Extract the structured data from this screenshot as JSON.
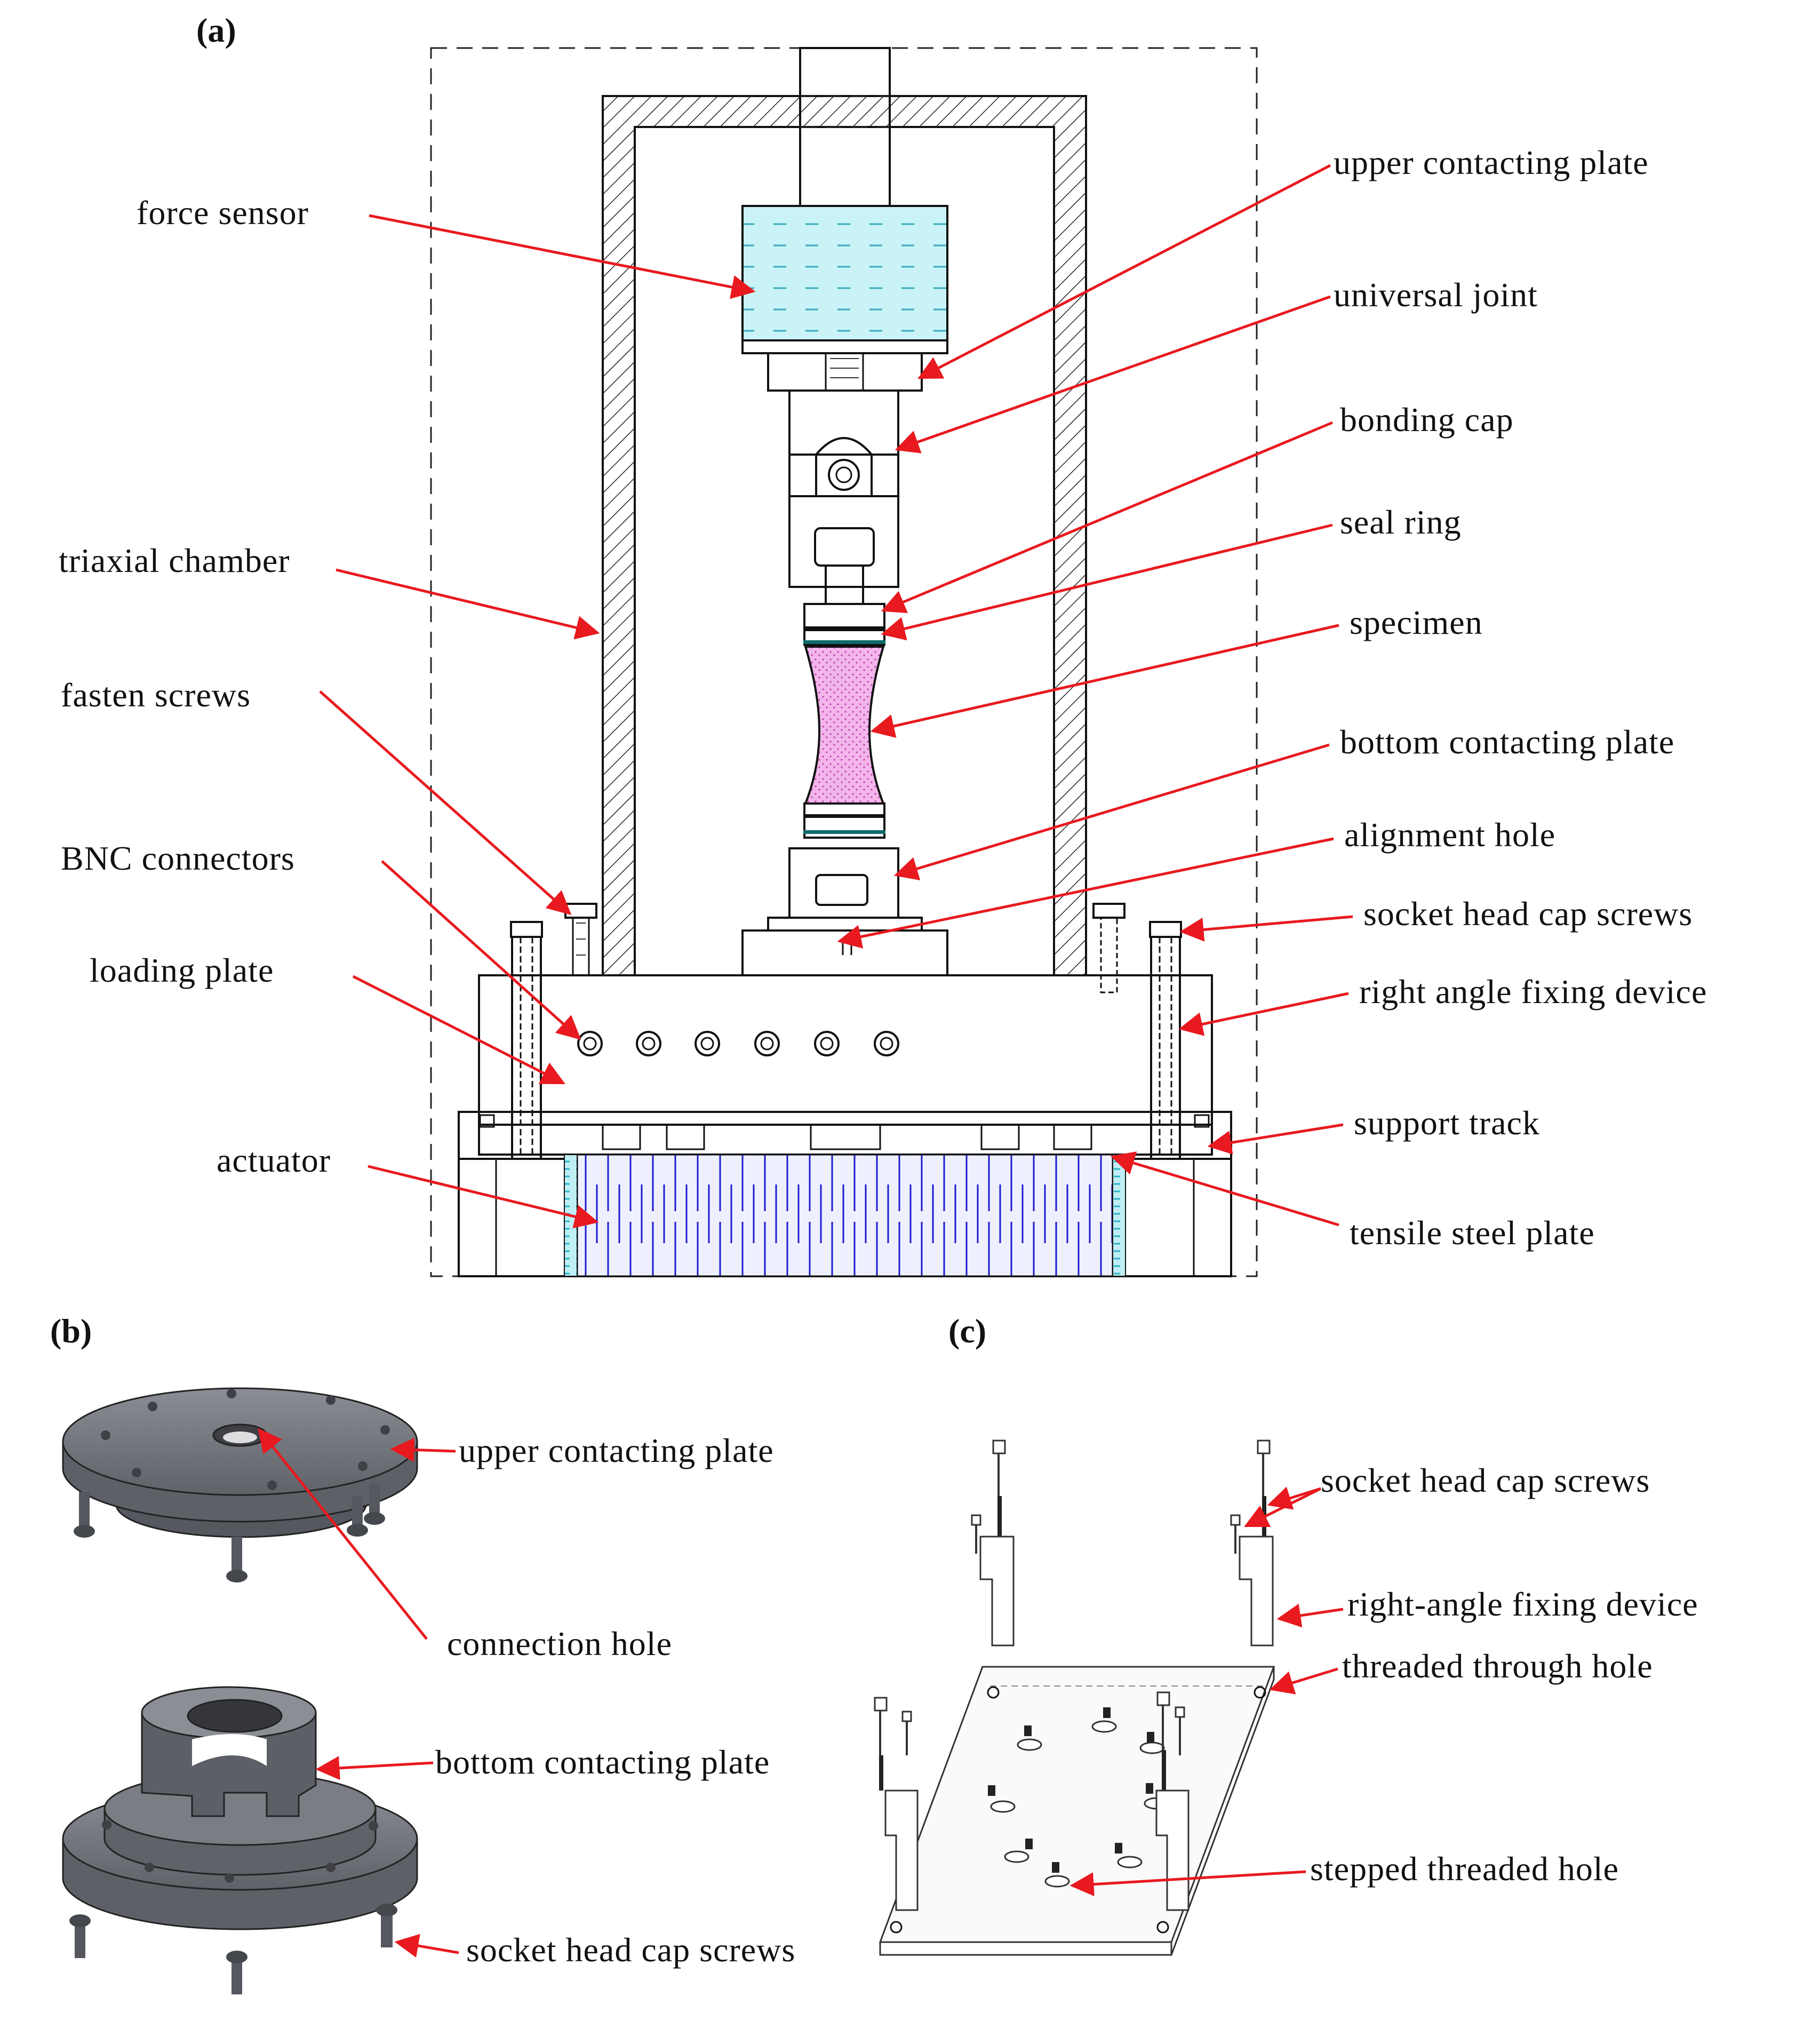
{
  "panels": {
    "a": "(a)",
    "b": "(b)",
    "c": "(c)"
  },
  "labels_a": {
    "force_sensor": "force sensor",
    "triaxial_chamber": "triaxial chamber",
    "fasten_screws": "fasten screws",
    "bnc_connectors": "BNC connectors",
    "loading_plate": "loading  plate",
    "actuator": "actuator",
    "upper_contacting_plate": "upper contacting plate",
    "universal_joint": "universal joint",
    "bonding_cap": "bonding cap",
    "seal_ring": "seal ring",
    "specimen": "specimen",
    "bottom_contacting_plate": "bottom contacting plate",
    "alignment_hole": "alignment hole",
    "socket_head_cap_screws": "socket head cap screws",
    "right_angle_fixing_device": "right angle fixing device",
    "support_track": "support track",
    "tensile_steel_plate": "tensile steel plate"
  },
  "labels_b": {
    "upper_contacting_plate": "upper contacting plate",
    "connection_hole": "connection hole",
    "bottom_contacting_plate": "bottom contacting plate",
    "socket_head_cap_screws": "socket head cap screws"
  },
  "labels_c": {
    "socket_head_cap_screws": "socket head cap screws",
    "right_angle_fixing_device": "right-angle fixing device",
    "threaded_through_hole": "threaded through hole",
    "stepped_threaded_hole": "stepped threaded hole"
  },
  "colors": {
    "arrow": "#e8191f",
    "force_sensor_fill": "#c9f3f7",
    "specimen_fill": "#f2b6ea",
    "actuator_line": "#1c1ccc",
    "actuator_edge": "#35c8d8",
    "part_gray": "#6b6e75"
  }
}
